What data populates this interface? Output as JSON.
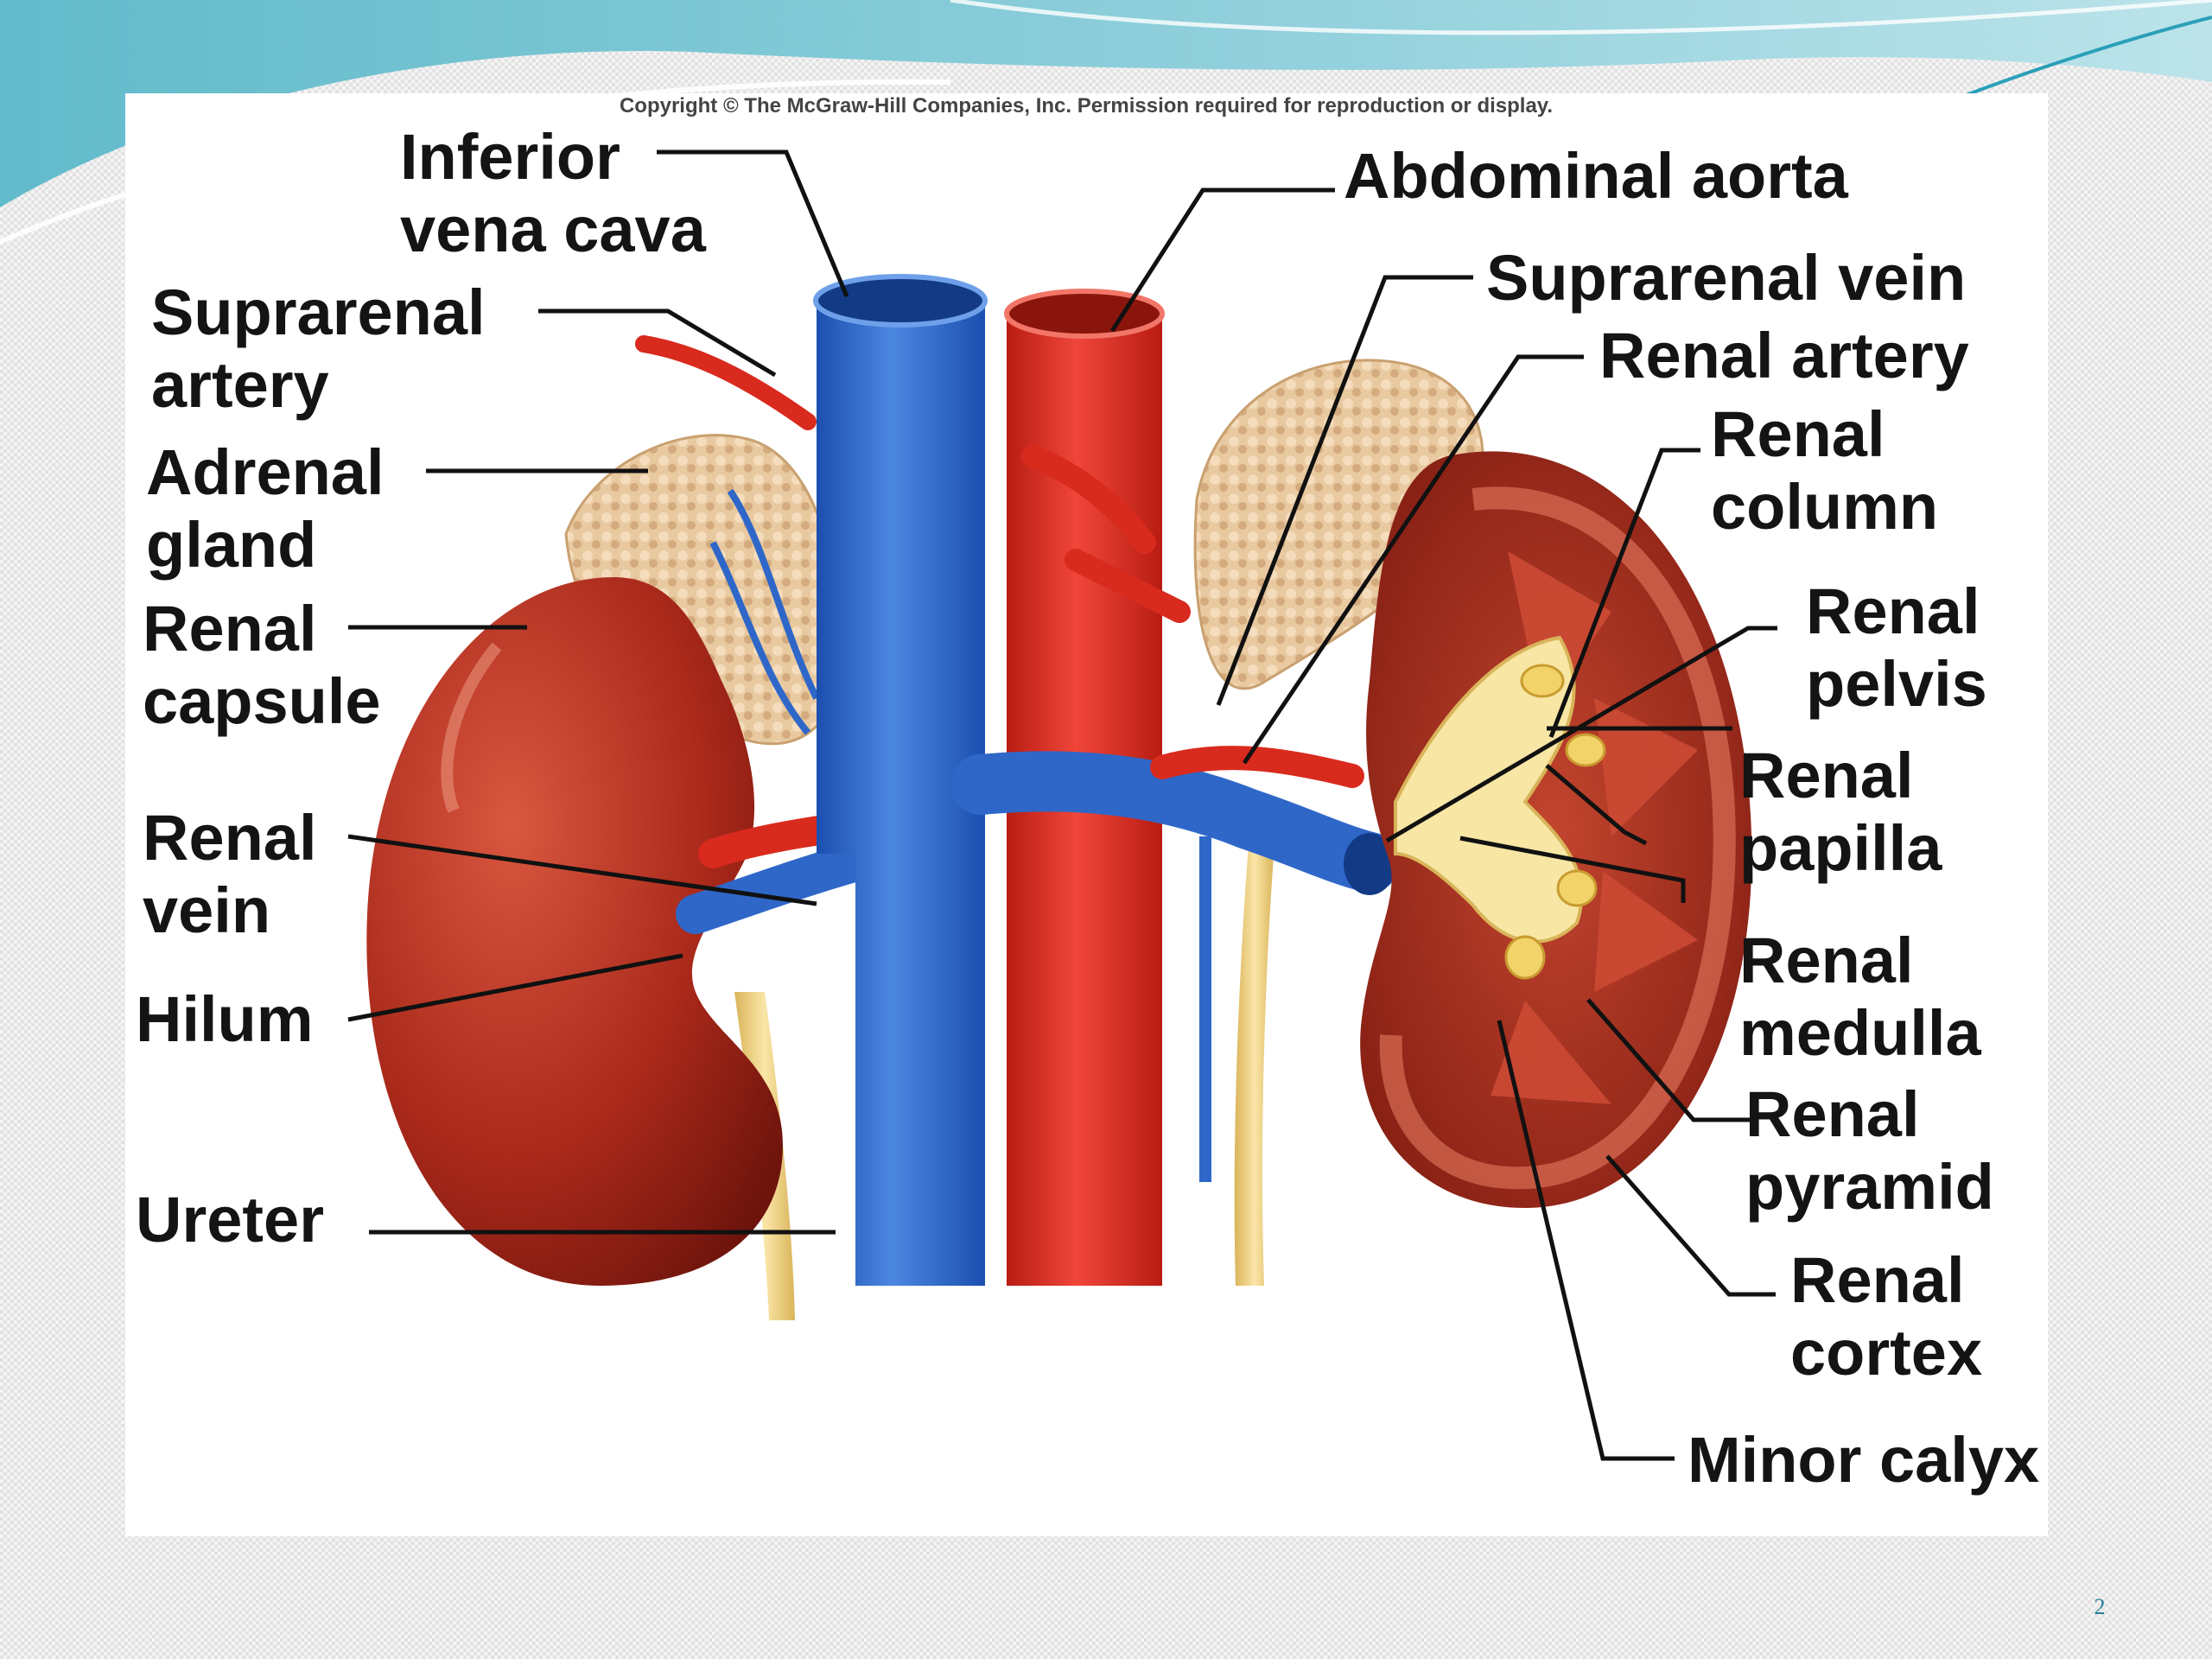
{
  "copyright": "Copyright © The McGraw-Hill Companies, Inc. Permission required for reproduction or display.",
  "labels": {
    "inferior_vena_cava": [
      "Inferior",
      "vena cava"
    ],
    "suprarenal_artery": [
      "Suprarenal",
      "artery"
    ],
    "adrenal_gland": [
      "Adrenal",
      "gland"
    ],
    "renal_capsule": [
      "Renal",
      "capsule"
    ],
    "renal_vein": [
      "Renal",
      "vein"
    ],
    "hilum": "Hilum",
    "ureter": "Ureter",
    "abdominal_aorta": "Abdominal aorta",
    "suprarenal_vein": "Suprarenal vein",
    "renal_artery": "Renal artery",
    "renal_column": [
      "Renal",
      "column"
    ],
    "renal_pelvis": [
      "Renal",
      "pelvis"
    ],
    "renal_papilla": [
      "Renal",
      "papilla"
    ],
    "renal_medulla": [
      "Renal",
      "medulla"
    ],
    "renal_pyramid": [
      "Renal",
      "pyramid"
    ],
    "renal_cortex": [
      "Renal",
      "cortex"
    ],
    "minor_calyx": "Minor calyx"
  },
  "page_number": "2",
  "colors": {
    "accent_teal": "#2a9fb8",
    "vein_blue": "#2f67c9",
    "artery_red": "#d92a1e",
    "kidney_red": "#a8281a",
    "ureter_yellow": "#f0d27a",
    "adrenal_tan": "#e8c9a0"
  }
}
